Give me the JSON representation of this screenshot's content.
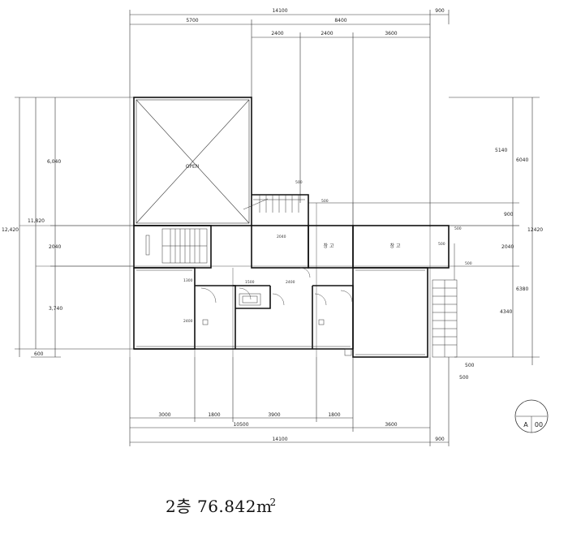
{
  "plan": {
    "dims_top": {
      "overall": "14100",
      "right_ext": "900",
      "seg_a": "5700",
      "seg_b": "8400",
      "seg_c1": "2400",
      "seg_c2": "2400",
      "seg_c3": "3600"
    },
    "dims_bottom": {
      "b1": "3000",
      "b2": "1800",
      "b3": "3900",
      "b4": "1800",
      "c1": "10500",
      "c2": "3600",
      "overall": "14100",
      "right_ext": "900"
    },
    "dims_left": {
      "total": "12,420",
      "sub": "11,820",
      "d1": "6,040",
      "d2": "2040",
      "d3": "3,740",
      "d4": "600"
    },
    "dims_right": {
      "total": "12420",
      "r1": "5140",
      "r2": "6040",
      "r3": "900",
      "r4": "2040",
      "r5": "6380",
      "r6": "4340",
      "r7": "500",
      "r8": "500"
    },
    "dims_inner": {
      "i1": "500",
      "i2": "500",
      "i3": "2040",
      "i4": "1300",
      "i5": "1500",
      "i6": "2400",
      "i7": "2400",
      "i8": "500",
      "i9": "500",
      "i10": "500"
    },
    "rooms": {
      "open": "OPEN",
      "storage1": "창 고",
      "storage2": "창 고"
    },
    "section_marker": {
      "letter": "A",
      "number": "00"
    }
  },
  "caption": {
    "floor": "2층",
    "area": "76.842",
    "unit": "m",
    "unit_sup": "2"
  }
}
